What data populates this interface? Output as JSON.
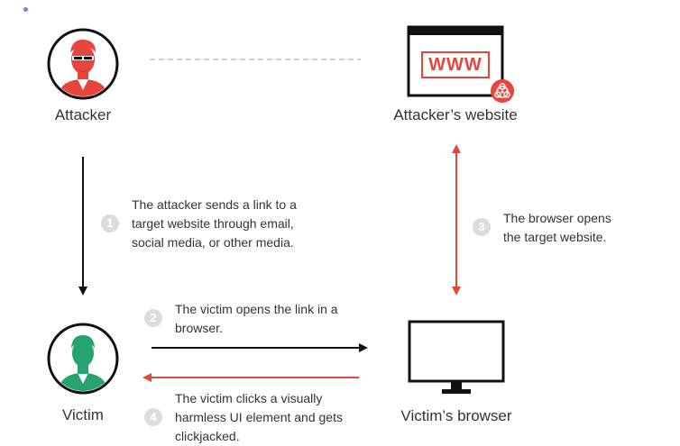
{
  "nodes": {
    "attacker": "Attacker",
    "website": "Attacker’s website",
    "victim": "Victim",
    "browser": "Victim’s browser"
  },
  "website_icon_text": "WWW",
  "steps": [
    {
      "num": "1",
      "lines": [
        "The attacker sends a link to a",
        "target website through email,",
        "social media, or other media."
      ]
    },
    {
      "num": "2",
      "lines": [
        "The victim opens the link in a",
        "browser."
      ]
    },
    {
      "num": "3",
      "lines": [
        "The browser opens",
        "the target website."
      ]
    },
    {
      "num": "4",
      "lines": [
        "The victim clicks a visually",
        "harmless UI element and gets",
        "clickjacked."
      ]
    }
  ],
  "colors": {
    "attacker": "#e8453c",
    "victim": "#27a36f",
    "arrow_red": "#e8453c",
    "arrow_black": "#111111",
    "badge": "#dcdcdc"
  }
}
